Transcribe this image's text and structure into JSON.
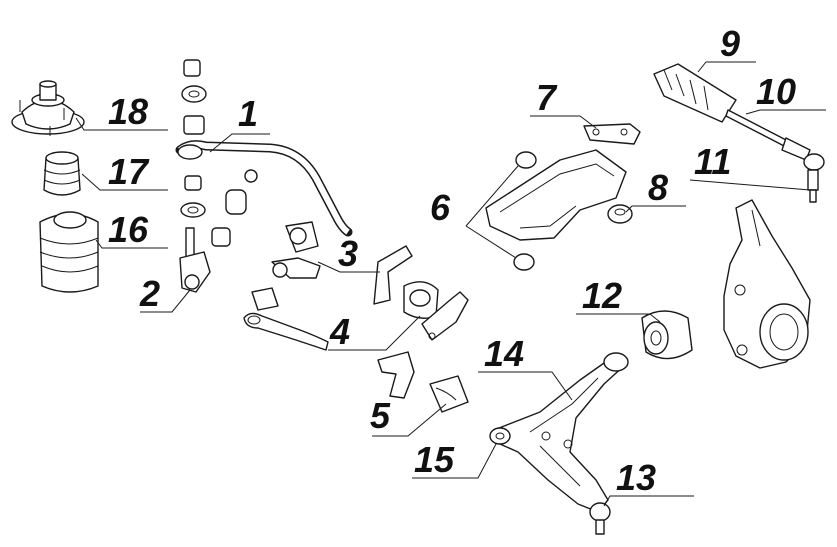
{
  "callouts": [
    "1",
    "2",
    "3",
    "4",
    "5",
    "6",
    "7",
    "8",
    "9",
    "10",
    "11",
    "12",
    "13",
    "14",
    "15",
    "16",
    "17",
    "18"
  ],
  "colors": {
    "line": "#1a1a1a",
    "background": "#ffffff"
  }
}
